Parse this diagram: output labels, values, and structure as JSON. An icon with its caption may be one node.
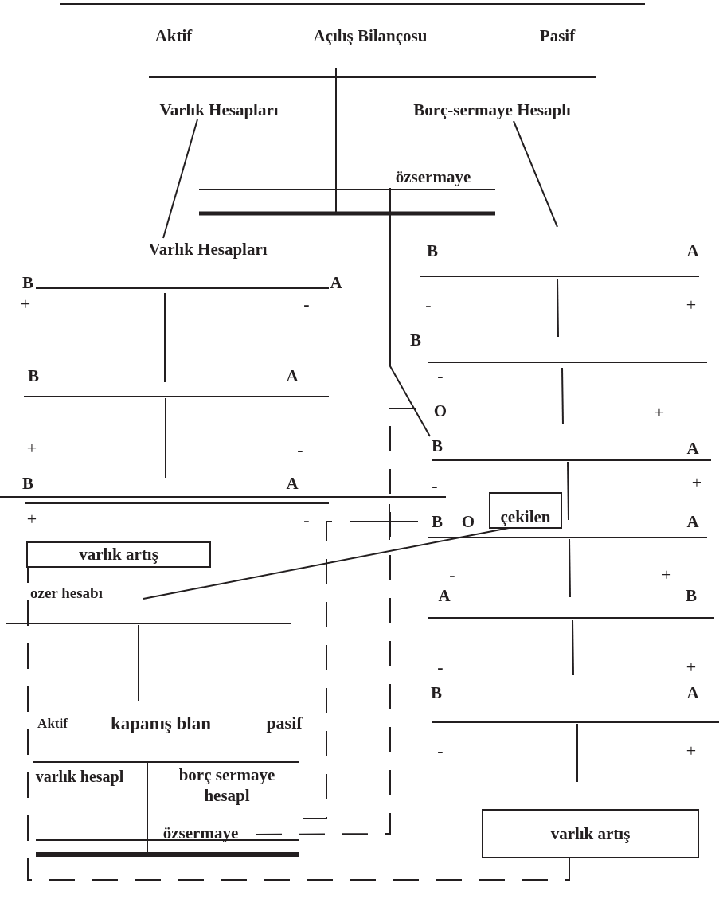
{
  "diagram": {
    "nodes": [
      {
        "text": [
          "Varlık Hesapları"
        ]
      },
      {
        "text": [
          "Borç-sermaye Hesaplı"
        ]
      },
      {
        "text": [
          "özsermaye"
        ]
      },
      {
        "text": [
          "Varlık Hesapları"
        ]
      },
      {
        "text": [
          "B"
        ]
      },
      {
        "text": [
          "O"
        ]
      },
      {
        "text": [
          "B"
        ]
      },
      {
        "text": [
          "çekilen"
        ]
      },
      {
        "text": [
          "varlık artış"
        ]
      },
      {
        "text": [
          "ozer hesabı"
        ]
      },
      {
        "text": [
          "borç sermaye hesapl"
        ]
      },
      {
        "text": [
          "özsermaye"
        ]
      },
      {
        "text": [
          "varlık artış"
        ]
      }
    ],
    "edges": [
      {
        "from": 0,
        "to": 3,
        "arrow": "none"
      },
      {
        "from": 1,
        "to": null,
        "arrow": "none"
      },
      {
        "from": 2,
        "to": 4,
        "arrow": "none"
      },
      {
        "from": 7,
        "to": 9,
        "arrow": "none"
      },
      {
        "from": 11,
        "to": 5,
        "arrow": "none",
        "style": "dashed"
      },
      {
        "from": 10,
        "to": 6,
        "arrow": "none",
        "style": "dashed"
      },
      {
        "from": 12,
        "to": 8,
        "arrow": "none",
        "style": "dashed"
      }
    ],
    "labels": [
      "Aktif",
      "Açılış Bilançosu",
      "Pasif",
      "B",
      "A",
      "B",
      "A",
      "+",
      "-",
      "-",
      "+",
      "B",
      "B",
      "A",
      "-",
      "+",
      "+",
      "-",
      "A",
      "B",
      "A",
      "-",
      "+",
      "+",
      "-",
      "O",
      "A",
      "-",
      "+",
      "A",
      "B",
      "-",
      "+",
      "B",
      "A",
      "Aktif",
      "kapanış blan",
      "pasif",
      "varlık hesapl",
      "-",
      "+"
    ]
  }
}
